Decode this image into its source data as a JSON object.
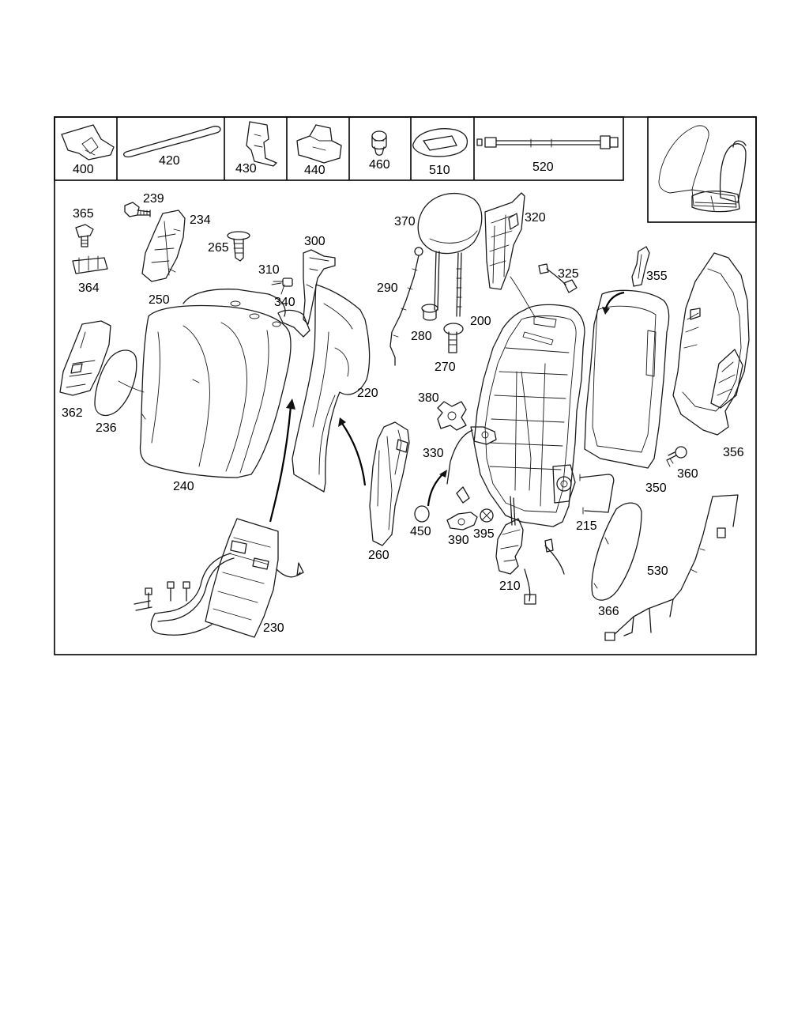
{
  "labels": {
    "p400": "400",
    "p420": "420",
    "p430": "430",
    "p440": "440",
    "p460": "460",
    "p510": "510",
    "p520": "520",
    "p365": "365",
    "p239": "239",
    "p234": "234",
    "p265": "265",
    "p300": "300",
    "p370": "370",
    "p320": "320",
    "p364": "364",
    "p310": "310",
    "p325": "325",
    "p355": "355",
    "p250": "250",
    "p340": "340",
    "p290": "290",
    "p280": "280",
    "p200": "200",
    "p270": "270",
    "p362": "362",
    "p236": "236",
    "p220": "220",
    "p380": "380",
    "p330": "330",
    "p356": "356",
    "p240": "240",
    "p360": "360",
    "p350": "350",
    "p215": "215",
    "p450": "450",
    "p395": "395",
    "p390": "390",
    "p260": "260",
    "p530": "530",
    "p210": "210",
    "p366": "366",
    "p230": "230"
  }
}
